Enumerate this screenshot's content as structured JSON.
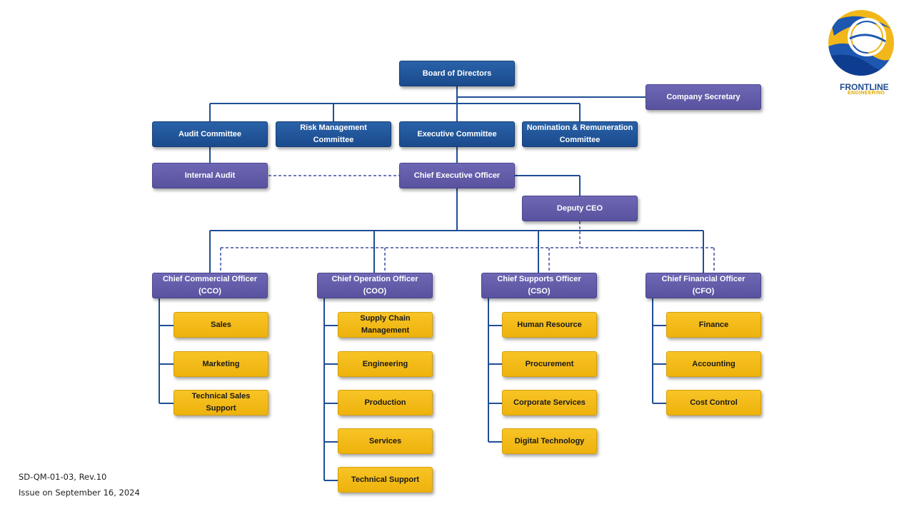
{
  "logo": {
    "name": "FRONTLINE",
    "sub": "ENGINEERING"
  },
  "top": {
    "board": "Board of Directors",
    "secretary": "Company Secretary"
  },
  "committees": {
    "audit": "Audit Committee",
    "risk": "Risk Management Committee",
    "executive": "Executive Committee",
    "nomination": "Nomination & Remuneration Committee"
  },
  "executive": {
    "internal_audit": "Internal Audit",
    "ceo": "Chief Executive Officer",
    "deputy_ceo": "Deputy CEO"
  },
  "chiefs": {
    "cco": "Chief Commercial Officer (CCO)",
    "coo": "Chief Operation Officer (COO)",
    "cso": "Chief Supports Officer (CSO)",
    "cfo": "Chief Financial Officer (CFO)"
  },
  "departments": {
    "cco": [
      "Sales",
      "Marketing",
      "Technical Sales Support"
    ],
    "coo": [
      "Supply Chain Management",
      "Engineering",
      "Production",
      "Services",
      "Technical Support"
    ],
    "cso": [
      "Human Resource",
      "Procurement",
      "Corporate Services",
      "Digital Technology"
    ],
    "cfo": [
      "Finance",
      "Accounting",
      "Cost Control"
    ]
  },
  "footer": {
    "doc_code": "SD-QM-01-03, Rev.10",
    "issue": "Issue on September 16, 2024"
  },
  "colors": {
    "line": "#1f4e96",
    "dashed_line": "#3b4fa3",
    "blue_box": "#1f56a0",
    "purple_box": "#625cab",
    "yellow_box": "#f3bb18"
  }
}
